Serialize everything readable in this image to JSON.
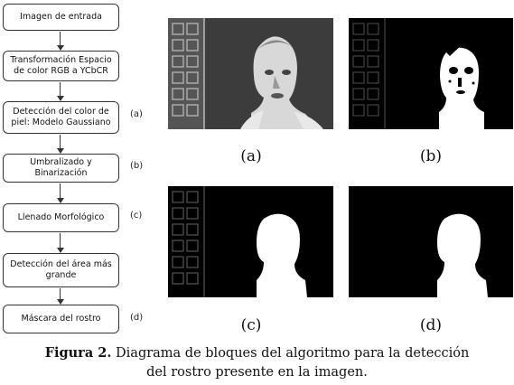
{
  "flowchart": {
    "steps": [
      {
        "label": "Imagen de entrada",
        "tag": ""
      },
      {
        "label": "Transformación Espacio de color RGB a YCbCR",
        "tag": ""
      },
      {
        "label": "Detección del color de piel: Modelo Gaussiano",
        "tag": "(a)"
      },
      {
        "label": "Umbralizado y Binarización",
        "tag": "(b)"
      },
      {
        "label": "Llenado Morfológico",
        "tag": "(c)"
      },
      {
        "label": "Detección del área más grande",
        "tag": ""
      },
      {
        "label": "Máscara del rostro",
        "tag": "(d)"
      }
    ]
  },
  "panels": [
    {
      "label": "(a)",
      "content": "grayscale-skin-probability"
    },
    {
      "label": "(b)",
      "content": "binarized-skin"
    },
    {
      "label": "(c)",
      "content": "morphological-fill"
    },
    {
      "label": "(d)",
      "content": "face-mask"
    }
  ],
  "caption": {
    "prefix": "Figura 2.",
    "line1": "Diagrama de bloques del algoritmo para la detección",
    "line2": "del rostro presente en la imagen."
  }
}
